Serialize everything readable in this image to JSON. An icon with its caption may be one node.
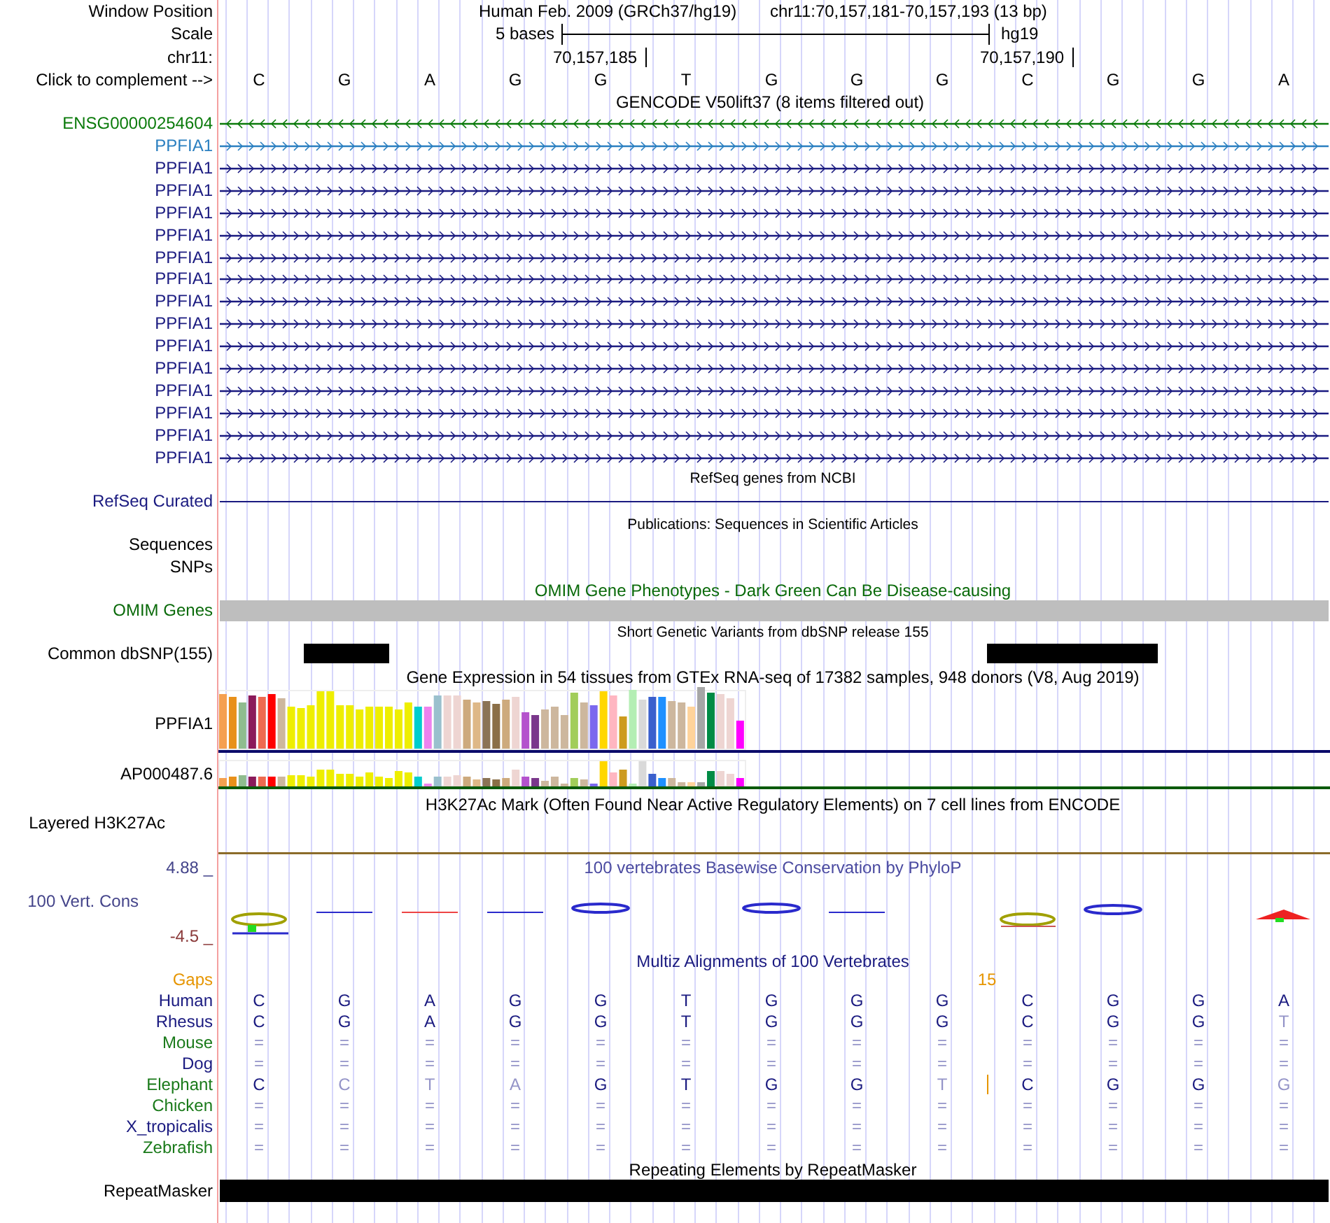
{
  "diagram": {
    "nodes": [
      {
        "text": [],
        "shape": "bar"
      },
      {
        "text": [],
        "shape": "bar"
      },
      {
        "text": [],
        "shape": "bar"
      },
      {
        "text": [],
        "shape": "bar"
      }
    ],
    "labels": [
      "Window Position",
      "Human Feb. 2009 (GRCh37/hg19)",
      "chr11:70,157,181-70,157,193 (13 bp)",
      "Scale",
      "5 bases",
      "hg19",
      "chr11:",
      "70,157,185",
      "70,157,190",
      "Click to complement -->",
      "C",
      "G",
      "A",
      "G",
      "G",
      "T",
      "G",
      "G",
      "G",
      "C",
      "G",
      "G",
      "A",
      "GENCODE V50lift37 (8 items filtered out)",
      "ENSG00000254604",
      "PPFIA1",
      "PPFIA1",
      "PPFIA1",
      "PPFIA1",
      "PPFIA1",
      "PPFIA1",
      "PPFIA1",
      "PPFIA1",
      "PPFIA1",
      "PPFIA1",
      "PPFIA1",
      "PPFIA1",
      "PPFIA1",
      "PPFIA1",
      "PPFIA1",
      "RefSeq genes from NCBI",
      "RefSeq Curated",
      "Publications: Sequences in Scientific Articles",
      "Sequences",
      "SNPs",
      "OMIM Gene Phenotypes - Dark Green Can Be Disease-causing",
      "OMIM Genes",
      "Short Genetic Variants from dbSNP release 155",
      "Common dbSNP(155)",
      "Gene Expression in 54 tissues from GTEx RNA-seq of 17382 samples, 948 donors (V8, Aug 2019)",
      "PPFIA1",
      "AP000487.6",
      "H3K27Ac Mark (Often Found Near Active Regulatory Elements) on 7 cell lines from ENCODE",
      "Layered H3K27Ac",
      "4.88 _",
      "100 vertebrates Basewise Conservation by PhyloP",
      "100 Vert. Cons",
      "-4.5 _",
      "Multiz Alignments of 100 Vertebrates",
      "Gaps",
      "15",
      "Human",
      "C",
      "G",
      "A",
      "G",
      "G",
      "T",
      "G",
      "G",
      "G",
      "C",
      "G",
      "G",
      "A",
      "Rhesus",
      "C",
      "G",
      "A",
      "G",
      "G",
      "T",
      "G",
      "G",
      "G",
      "C",
      "G",
      "G",
      "T",
      "Mouse",
      "=",
      "=",
      "=",
      "=",
      "=",
      "=",
      "=",
      "=",
      "=",
      "=",
      "=",
      "=",
      "=",
      "Dog",
      "=",
      "=",
      "=",
      "=",
      "=",
      "=",
      "=",
      "=",
      "=",
      "=",
      "=",
      "=",
      "=",
      "Elephant",
      "C",
      "C",
      "T",
      "A",
      "G",
      "T",
      "G",
      "G",
      "T",
      "C",
      "G",
      "G",
      "G",
      "Chicken",
      "=",
      "=",
      "=",
      "=",
      "=",
      "=",
      "=",
      "=",
      "=",
      "=",
      "=",
      "=",
      "=",
      "X_tropicalis",
      "=",
      "=",
      "=",
      "=",
      "=",
      "=",
      "=",
      "=",
      "=",
      "=",
      "=",
      "=",
      "=",
      "Zebrafish",
      "=",
      "=",
      "=",
      "=",
      "=",
      "=",
      "=",
      "=",
      "=",
      "=",
      "=",
      "=",
      "=",
      "Repeating Elements by RepeatMasker",
      "RepeatMasker"
    ]
  }
}
